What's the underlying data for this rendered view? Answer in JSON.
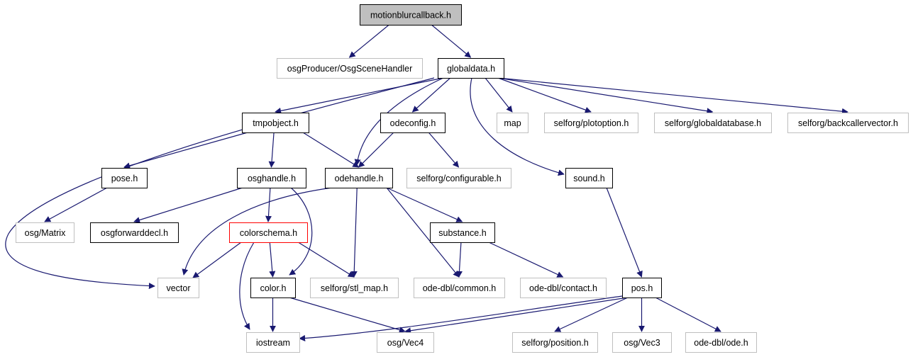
{
  "colors": {
    "edge": "#191970",
    "root_fill": "#bfbfbf",
    "documented_border": "#000000",
    "external_border": "#bfbfbf",
    "highlight_border": "#ff0000"
  },
  "nodes": [
    {
      "id": "motionblurcallback",
      "label": "motionblurcallback.h",
      "kind": "root"
    },
    {
      "id": "osgsceneHandler",
      "label": "osgProducer/OsgSceneHandler",
      "kind": "external"
    },
    {
      "id": "globaldata",
      "label": "globaldata.h",
      "kind": "documented"
    },
    {
      "id": "tmpobject",
      "label": "tmpobject.h",
      "kind": "documented"
    },
    {
      "id": "odeconfig",
      "label": "odeconfig.h",
      "kind": "documented"
    },
    {
      "id": "map",
      "label": "map",
      "kind": "external"
    },
    {
      "id": "plotoption",
      "label": "selforg/plotoption.h",
      "kind": "external"
    },
    {
      "id": "globaldatabase",
      "label": "selforg/globaldatabase.h",
      "kind": "external"
    },
    {
      "id": "backcallervector",
      "label": "selforg/backcallervector.h",
      "kind": "external"
    },
    {
      "id": "pose",
      "label": "pose.h",
      "kind": "documented"
    },
    {
      "id": "osghandle",
      "label": "osghandle.h",
      "kind": "documented"
    },
    {
      "id": "odehandle",
      "label": "odehandle.h",
      "kind": "documented"
    },
    {
      "id": "configurable",
      "label": "selforg/configurable.h",
      "kind": "external"
    },
    {
      "id": "sound",
      "label": "sound.h",
      "kind": "documented"
    },
    {
      "id": "osgmatrix",
      "label": "osg/Matrix",
      "kind": "external"
    },
    {
      "id": "osgforwarddecl",
      "label": "osgforwarddecl.h",
      "kind": "documented"
    },
    {
      "id": "colorschema",
      "label": "colorschema.h",
      "kind": "highlight"
    },
    {
      "id": "substance",
      "label": "substance.h",
      "kind": "documented"
    },
    {
      "id": "vector",
      "label": "vector",
      "kind": "external"
    },
    {
      "id": "color",
      "label": "color.h",
      "kind": "documented"
    },
    {
      "id": "stlmap",
      "label": "selforg/stl_map.h",
      "kind": "external"
    },
    {
      "id": "common",
      "label": "ode-dbl/common.h",
      "kind": "external"
    },
    {
      "id": "contact",
      "label": "ode-dbl/contact.h",
      "kind": "external"
    },
    {
      "id": "pos",
      "label": "pos.h",
      "kind": "documented"
    },
    {
      "id": "iostream",
      "label": "iostream",
      "kind": "external"
    },
    {
      "id": "vec4",
      "label": "osg/Vec4",
      "kind": "external"
    },
    {
      "id": "position",
      "label": "selforg/position.h",
      "kind": "external"
    },
    {
      "id": "vec3",
      "label": "osg/Vec3",
      "kind": "external"
    },
    {
      "id": "odeh",
      "label": "ode-dbl/ode.h",
      "kind": "external"
    }
  ],
  "edges": [
    [
      "motionblurcallback",
      "osgsceneHandler"
    ],
    [
      "motionblurcallback",
      "globaldata"
    ],
    [
      "globaldata",
      "tmpobject"
    ],
    [
      "globaldata",
      "odeconfig"
    ],
    [
      "globaldata",
      "map"
    ],
    [
      "globaldata",
      "plotoption"
    ],
    [
      "globaldata",
      "globaldatabase"
    ],
    [
      "globaldata",
      "backcallervector"
    ],
    [
      "globaldata",
      "odehandle"
    ],
    [
      "globaldata",
      "sound"
    ],
    [
      "globaldata",
      "vector"
    ],
    [
      "tmpobject",
      "pose"
    ],
    [
      "tmpobject",
      "osghandle"
    ],
    [
      "tmpobject",
      "odehandle"
    ],
    [
      "odeconfig",
      "odehandle"
    ],
    [
      "odeconfig",
      "configurable"
    ],
    [
      "pose",
      "osgmatrix"
    ],
    [
      "osghandle",
      "osgforwarddecl"
    ],
    [
      "osghandle",
      "colorschema"
    ],
    [
      "osghandle",
      "color"
    ],
    [
      "odehandle",
      "vector"
    ],
    [
      "odehandle",
      "stlmap"
    ],
    [
      "odehandle",
      "substance"
    ],
    [
      "odehandle",
      "common"
    ],
    [
      "colorschema",
      "vector"
    ],
    [
      "colorschema",
      "color"
    ],
    [
      "colorschema",
      "stlmap"
    ],
    [
      "colorschema",
      "iostream"
    ],
    [
      "substance",
      "common"
    ],
    [
      "substance",
      "contact"
    ],
    [
      "color",
      "iostream"
    ],
    [
      "color",
      "vec4"
    ],
    [
      "sound",
      "pos"
    ],
    [
      "pos",
      "iostream"
    ],
    [
      "pos",
      "vec4"
    ],
    [
      "pos",
      "position"
    ],
    [
      "pos",
      "vec3"
    ],
    [
      "pos",
      "odeh"
    ]
  ]
}
